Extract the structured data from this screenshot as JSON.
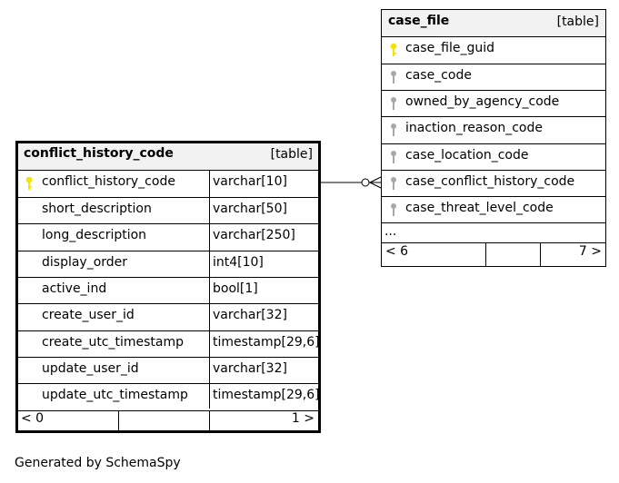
{
  "case_file": {
    "name": "case_file",
    "kind": "[table]",
    "columns": [
      {
        "name": "case_file_guid",
        "key": "primary"
      },
      {
        "name": "case_code",
        "key": "foreign"
      },
      {
        "name": "owned_by_agency_code",
        "key": "foreign"
      },
      {
        "name": "inaction_reason_code",
        "key": "foreign"
      },
      {
        "name": "case_location_code",
        "key": "foreign"
      },
      {
        "name": "case_conflict_history_code",
        "key": "foreign"
      },
      {
        "name": "case_threat_level_code",
        "key": "foreign"
      }
    ],
    "more": "...",
    "parents_label": "< 6",
    "children_label": "7 >"
  },
  "conflict_history_code": {
    "name": "conflict_history_code",
    "kind": "[table]",
    "columns": [
      {
        "name": "conflict_history_code",
        "type": "varchar[10]",
        "key": "primary"
      },
      {
        "name": "short_description",
        "type": "varchar[50]",
        "key": "none"
      },
      {
        "name": "long_description",
        "type": "varchar[250]",
        "key": "none"
      },
      {
        "name": "display_order",
        "type": "int4[10]",
        "key": "none"
      },
      {
        "name": "active_ind",
        "type": "bool[1]",
        "key": "none"
      },
      {
        "name": "create_user_id",
        "type": "varchar[32]",
        "key": "none"
      },
      {
        "name": "create_utc_timestamp",
        "type": "timestamp[29,6]",
        "key": "none"
      },
      {
        "name": "update_user_id",
        "type": "varchar[32]",
        "key": "none"
      },
      {
        "name": "update_utc_timestamp",
        "type": "timestamp[29,6]",
        "key": "none"
      }
    ],
    "parents_label": "< 0",
    "children_label": "1 >"
  },
  "caption": "Generated by SchemaSpy",
  "colors": {
    "primary_key": "#f4e200",
    "foreign_key": "#a8a8a8",
    "header_bg": "#f2f2f2"
  }
}
